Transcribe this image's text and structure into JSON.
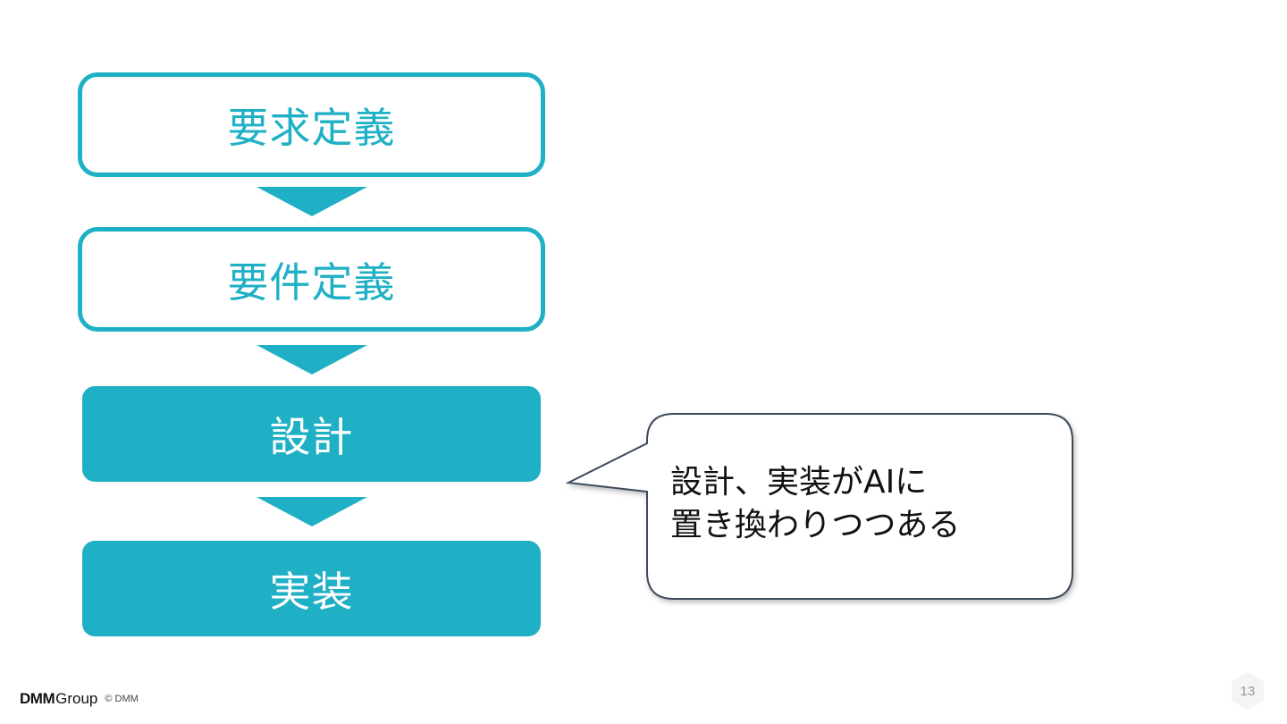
{
  "steps": [
    {
      "label": "要求定義"
    },
    {
      "label": "要件定義"
    },
    {
      "label": "設計"
    },
    {
      "label": "実装"
    }
  ],
  "callout": {
    "line1": "設計、実装がAIに",
    "line2": "置き換わりつつある"
  },
  "footer": {
    "logo_primary": "DMM",
    "logo_secondary": "Group",
    "copyright": "© DMM"
  },
  "page_number": "13",
  "colors": {
    "accent": "#1fb0c5",
    "callout_border": "#3d4b5c",
    "text": "#111111"
  }
}
